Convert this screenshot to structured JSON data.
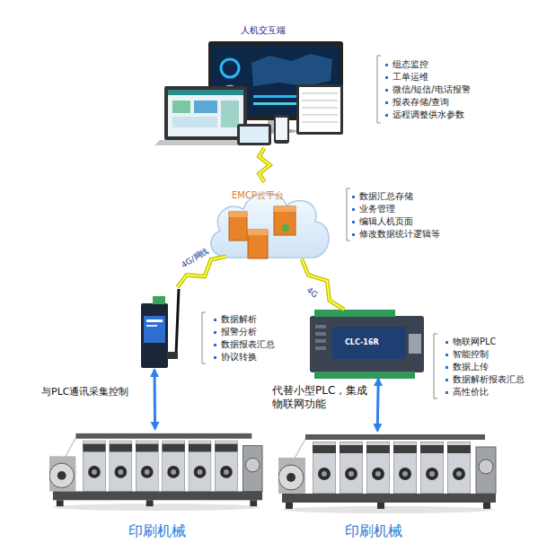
{
  "diagram": {
    "nodes": [
      {
        "text": [
          "人机交互端",
          "组态监控",
          "工单运维",
          "微信/短信/电话报警",
          "报表存储/查询",
          "远程调整供水参数"
        ]
      },
      {
        "text": [
          "EMCP云平台",
          "数据汇总存储",
          "业务管理",
          "编辑人机页面",
          "修改数据统计逻辑等"
        ]
      },
      {
        "text": [
          "数据解析",
          "报警分析",
          "数据报表汇总",
          "协议转换"
        ]
      },
      {
        "text": [
          "CLC-16R",
          "物联网PLC",
          "智能控制",
          "数据上传",
          "数据解析报表汇总",
          "高性价比"
        ]
      },
      {
        "text": [
          "印刷机械"
        ]
      },
      {
        "text": [
          "印刷机械"
        ]
      }
    ],
    "edges": [
      {
        "from": 0,
        "to": 1,
        "arrow": "none"
      },
      {
        "from": 1,
        "to": 2,
        "arrow": "none",
        "label": "4G/网线"
      },
      {
        "from": 1,
        "to": 3,
        "arrow": "none",
        "label": "4G"
      },
      {
        "from": 2,
        "to": 4,
        "arrow": "both",
        "label": "与PLC通讯采集控制"
      },
      {
        "from": 3,
        "to": 5,
        "arrow": "both",
        "label": "代替小型PLC，集成物联网功能"
      }
    ]
  }
}
